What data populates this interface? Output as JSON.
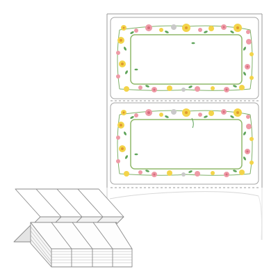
{
  "product": {
    "label_count_visible": 2,
    "colors": {
      "paper": "#ffffff",
      "outline": "#9a9a9a",
      "frame": "#8fb86a",
      "leaf": "#5ea45a",
      "flower_yellow": "#f3d44a",
      "flower_pink": "#ee9aa6",
      "flower_gray": "#c9c9c9"
    },
    "elements": [
      "label-sheet",
      "floral-label",
      "perforation-line",
      "fanfold-label-stack"
    ]
  }
}
